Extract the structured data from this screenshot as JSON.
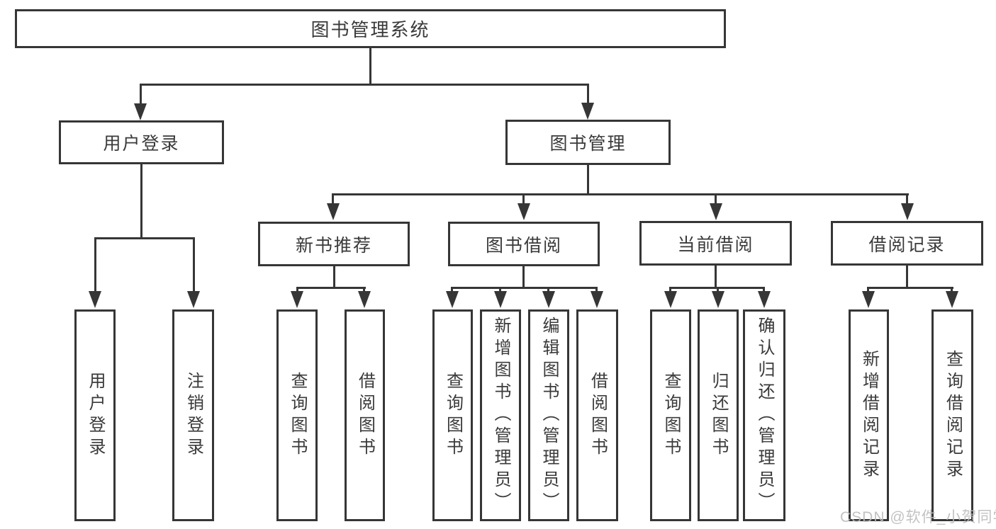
{
  "diagram": {
    "title": "图书管理系统",
    "root": {
      "label": "图书管理系统"
    },
    "branches": [
      {
        "label": "用户登录",
        "children": [
          {
            "label": "用户登录"
          },
          {
            "label": "注销登录"
          }
        ]
      },
      {
        "label": "图书管理",
        "children": [
          {
            "label": "新书推荐",
            "children": [
              {
                "label": "查询图书"
              },
              {
                "label": "借阅图书"
              }
            ]
          },
          {
            "label": "图书借阅",
            "children": [
              {
                "label": "查询图书"
              },
              {
                "label": "新增图书（管理员）"
              },
              {
                "label": "编辑图书（管理员）"
              },
              {
                "label": "借阅图书"
              }
            ]
          },
          {
            "label": "当前借阅",
            "children": [
              {
                "label": "查询图书"
              },
              {
                "label": "归还图书"
              },
              {
                "label": "确认归还（管理员）"
              }
            ]
          },
          {
            "label": "借阅记录",
            "children": [
              {
                "label": "新增借阅记录"
              },
              {
                "label": "查询借阅记录"
              }
            ]
          }
        ]
      }
    ]
  },
  "watermark": {
    "text": "CSDN @软件_小贺同学"
  },
  "colors": {
    "line": "#363636",
    "text": "#3a3a3a",
    "watermark": "#bcbcbc",
    "background": "#ffffff"
  }
}
